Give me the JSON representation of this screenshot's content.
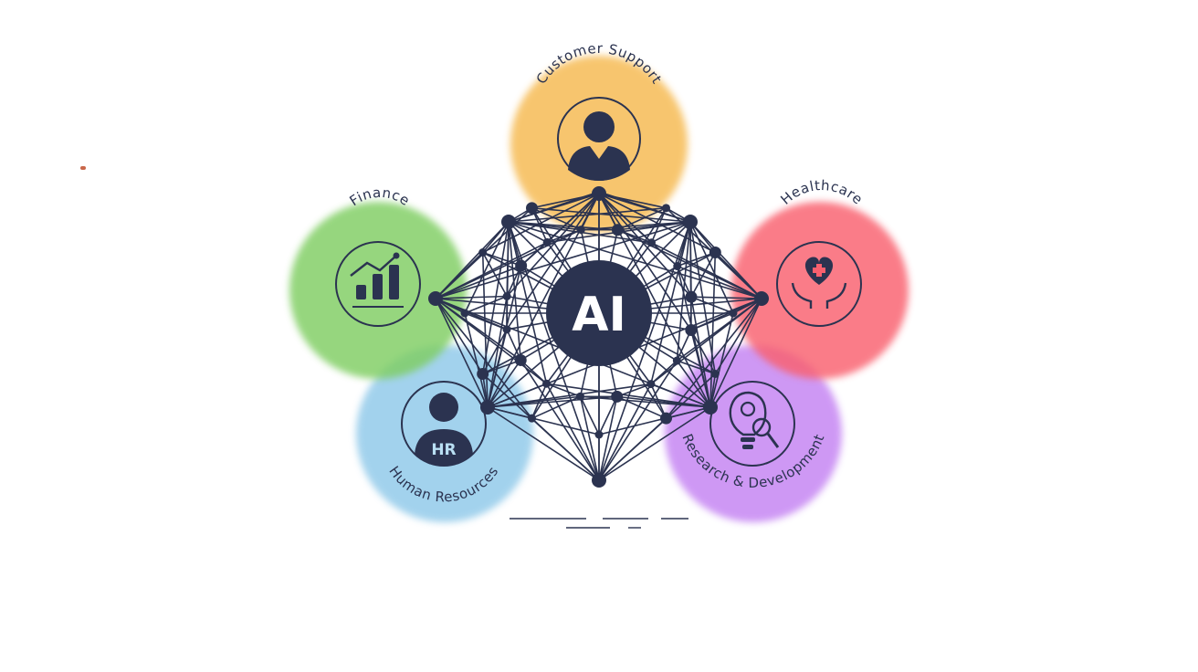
{
  "center": {
    "label": "AI",
    "color": "#2b3350"
  },
  "nodes": [
    {
      "id": "customer-support",
      "label": "Customer Support",
      "icon": "person-icon",
      "color": "#f6b94f"
    },
    {
      "id": "finance",
      "label": "Finance",
      "icon": "bar-chart-icon",
      "color": "#7fce62"
    },
    {
      "id": "healthcare",
      "label": "Healthcare",
      "icon": "heart-hands-icon",
      "color": "#f9606e"
    },
    {
      "id": "human-resources",
      "label": "Human Resources",
      "icon": "hr-person-icon",
      "badge": "HR",
      "color": "#89c6e8"
    },
    {
      "id": "research-development",
      "label": "Research & Development",
      "icon": "lightbulb-gear-icon",
      "color": "#c17cf2"
    }
  ],
  "network_color": "#2b3350"
}
